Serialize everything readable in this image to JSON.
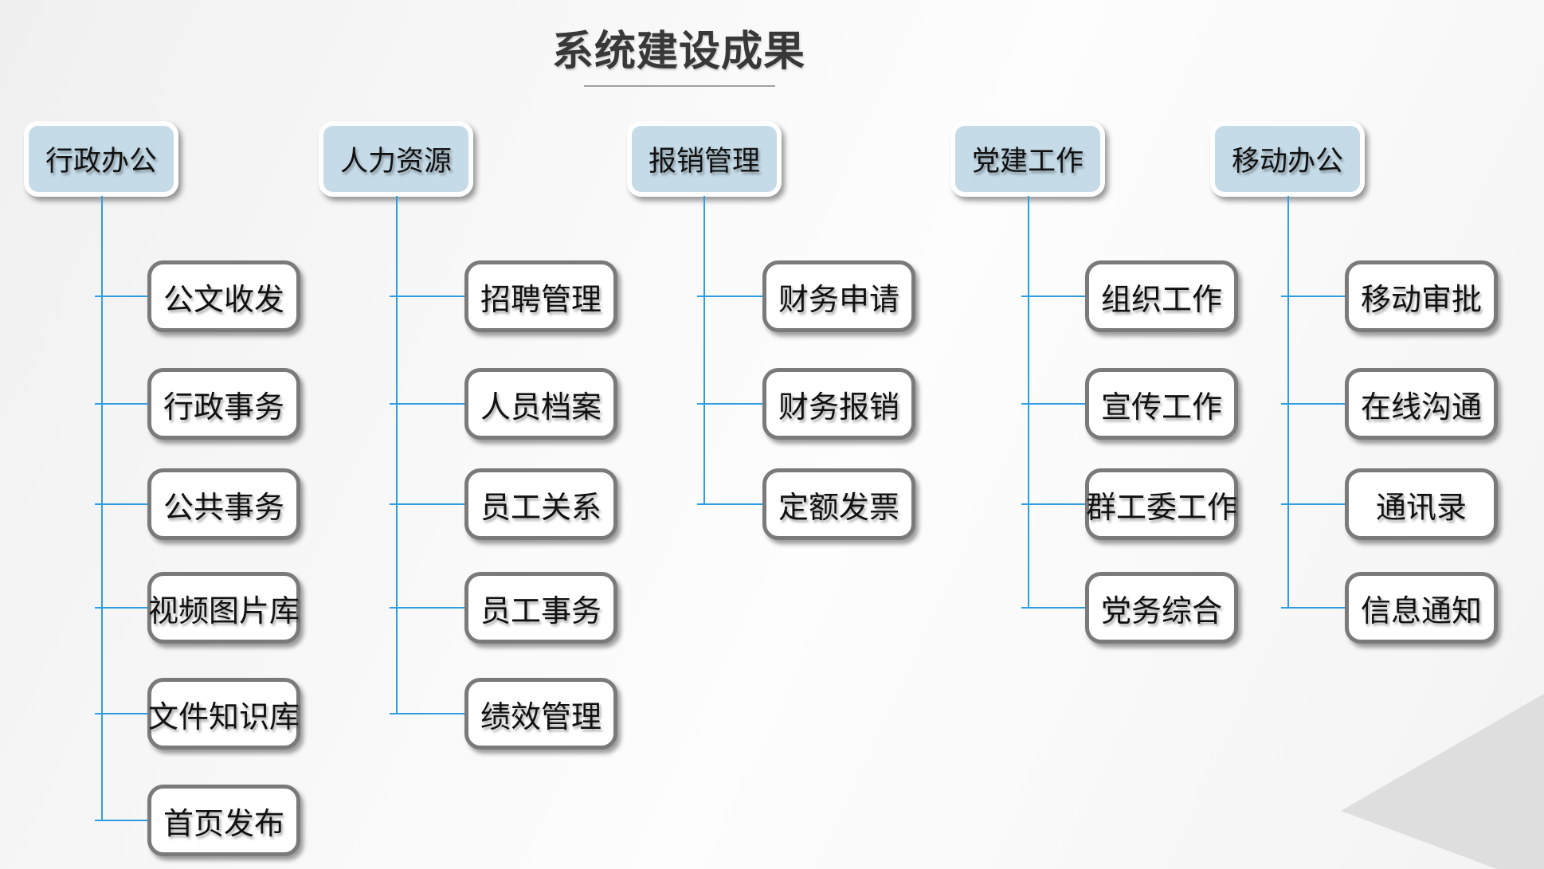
{
  "title": "系统建设成果",
  "colors": {
    "headerFill": "#c5dbe8",
    "headerBorder": "#ffffff",
    "childFill": "#ffffff",
    "childBorder": "#7a7a7a",
    "line": "#2f9de4",
    "titleColor": "#383838",
    "underline": "#a0a0a0",
    "triangle": "#dedede"
  },
  "columns": [
    {
      "label": "行政办公",
      "children": [
        "公文收发",
        "行政事务",
        "公共事务",
        "视频图片库",
        "文件知识库",
        "首页发布"
      ]
    },
    {
      "label": "人力资源",
      "children": [
        "招聘管理",
        "人员档案",
        "员工关系",
        "员工事务",
        "绩效管理"
      ]
    },
    {
      "label": "报销管理",
      "children": [
        "财务申请",
        "财务报销",
        "定额发票"
      ]
    },
    {
      "label": "党建工作",
      "children": [
        "组织工作",
        "宣传工作",
        "群工委工作",
        "党务综合"
      ]
    },
    {
      "label": "移动办公",
      "children": [
        "移动审批",
        "在线沟通",
        "通讯录",
        "信息通知"
      ]
    }
  ]
}
